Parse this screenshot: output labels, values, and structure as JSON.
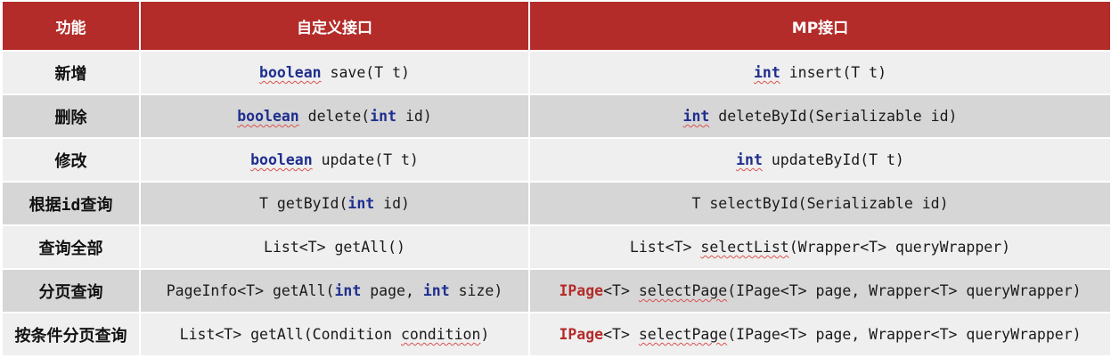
{
  "table": {
    "headers": [
      "功能",
      "自定义接口",
      "MP接口"
    ],
    "rows": [
      {
        "feature": "新增",
        "custom": [
          {
            "t": "boolean",
            "s": "kw sq"
          },
          {
            "t": " save(T t)"
          }
        ],
        "mp": [
          {
            "t": "int",
            "s": "kw sq"
          },
          {
            "t": " insert(T t)"
          }
        ]
      },
      {
        "feature": "删除",
        "custom": [
          {
            "t": "boolean",
            "s": "kw sq"
          },
          {
            "t": " delete("
          },
          {
            "t": "int",
            "s": "kw"
          },
          {
            "t": " id)"
          }
        ],
        "mp": [
          {
            "t": "int",
            "s": "kw sq"
          },
          {
            "t": " deleteById(Serializable id)"
          }
        ]
      },
      {
        "feature": "修改",
        "custom": [
          {
            "t": "boolean",
            "s": "kw sq"
          },
          {
            "t": " update(T t)"
          }
        ],
        "mp": [
          {
            "t": "int",
            "s": "kw sq"
          },
          {
            "t": " updateById(T t)"
          }
        ]
      },
      {
        "feature_parts": [
          {
            "t": "根据"
          },
          {
            "t": "id",
            "s": "mono"
          },
          {
            "t": "查询"
          }
        ],
        "custom": [
          {
            "t": "T getById("
          },
          {
            "t": "int",
            "s": "kw"
          },
          {
            "t": " id)"
          }
        ],
        "mp": [
          {
            "t": "T selectById(Serializable id)"
          }
        ]
      },
      {
        "feature": "查询全部",
        "custom": [
          {
            "t": "List<T> getAll()"
          }
        ],
        "mp": [
          {
            "t": "List<T> "
          },
          {
            "t": "selectList",
            "s": "sq"
          },
          {
            "t": "(Wrapper<T> queryWrapper)"
          }
        ]
      },
      {
        "feature": "分页查询",
        "custom": [
          {
            "t": "PageInfo<T> getAll("
          },
          {
            "t": "int",
            "s": "kw"
          },
          {
            "t": " page, "
          },
          {
            "t": "int",
            "s": "kw"
          },
          {
            "t": " size)"
          }
        ],
        "mp": [
          {
            "t": "IPage",
            "s": "red"
          },
          {
            "t": "<T> "
          },
          {
            "t": "selectPage",
            "s": "sq"
          },
          {
            "t": "(IPage<T> page, Wrapper<T> queryWrapper)"
          }
        ]
      },
      {
        "feature": "按条件分页查询",
        "custom": [
          {
            "t": "List<T> getAll(Condition "
          },
          {
            "t": "condition",
            "s": "sq"
          },
          {
            "t": ")"
          }
        ],
        "mp": [
          {
            "t": "IPage",
            "s": "red"
          },
          {
            "t": "<T> "
          },
          {
            "t": "selectPage",
            "s": "sq"
          },
          {
            "t": "(IPage<T> page, Wrapper<T> queryWrapper)"
          }
        ]
      }
    ]
  },
  "colors": {
    "header_bg": "#b32c2a",
    "row_light": "#efefef",
    "row_dark": "#d6d6d6",
    "keyword": "#1f2f8f",
    "highlight_red": "#b32c2a"
  }
}
